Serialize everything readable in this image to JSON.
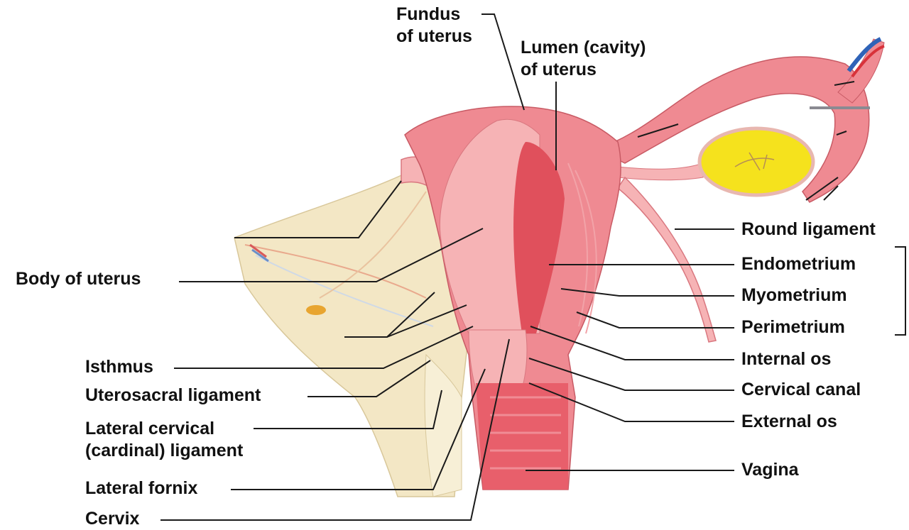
{
  "labels": {
    "fundus": "Fundus\nof uterus",
    "lumen": "Lumen (cavity)\nof uterus",
    "round_ligament": "Round ligament",
    "endometrium": "Endometrium",
    "myometrium": "Myometrium",
    "perimetrium": "Perimetrium",
    "internal_os": "Internal os",
    "cervical_canal": "Cervical canal",
    "external_os": "External os",
    "vagina": "Vagina",
    "body_of_uterus": "Body of uterus",
    "isthmus": "Isthmus",
    "uterosacral_ligament": "Uterosacral ligament",
    "lateral_cervical_ligament": "Lateral cervical\n(cardinal) ligament",
    "lateral_fornix": "Lateral fornix",
    "cervix": "Cervix"
  },
  "colors": {
    "uterus_pink": "#ef8a92",
    "uterus_light": "#f6b3b5",
    "lumen_red": "#e0505c",
    "ligament_cream": "#f3e7c5",
    "ovary_yellow": "#f5e21d",
    "leader_line": "#1a1a1a"
  }
}
